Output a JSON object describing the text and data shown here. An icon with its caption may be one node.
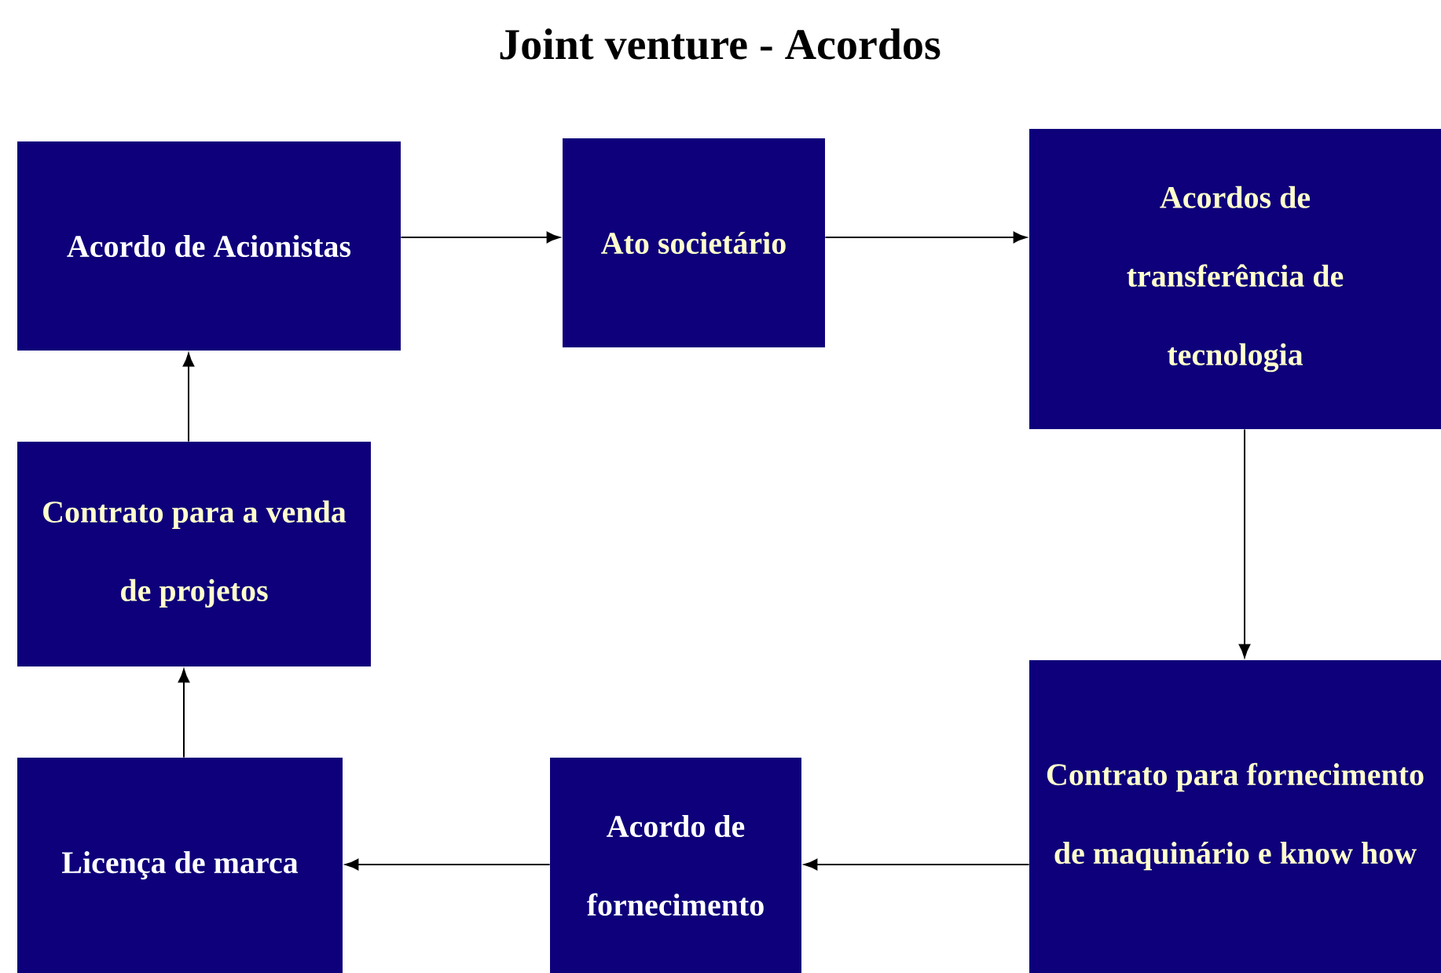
{
  "diagram": {
    "title": "Joint venture - Acordos",
    "nodes": [
      {
        "text": [
          "Acordo de Acionistas"
        ]
      },
      {
        "text": [
          "Ato societário"
        ]
      },
      {
        "text": [
          "Acordos de transferência de tecnologia"
        ]
      },
      {
        "text": [
          "Contrato para fornecimento de maquinário e know how"
        ]
      },
      {
        "text": [
          "Acordo de fornecimento"
        ]
      },
      {
        "text": [
          "Licença de marca"
        ]
      },
      {
        "text": [
          "Contrato para a venda de projetos"
        ]
      }
    ],
    "edges": [
      {
        "from": 0,
        "to": 1,
        "arrow": "to"
      },
      {
        "from": 1,
        "to": 2,
        "arrow": "to"
      },
      {
        "from": 2,
        "to": 3,
        "arrow": "to"
      },
      {
        "from": 3,
        "to": 4,
        "arrow": "to"
      },
      {
        "from": 4,
        "to": 5,
        "arrow": "to"
      },
      {
        "from": 5,
        "to": 6,
        "arrow": "to"
      },
      {
        "from": 6,
        "to": 0,
        "arrow": "to"
      }
    ]
  }
}
